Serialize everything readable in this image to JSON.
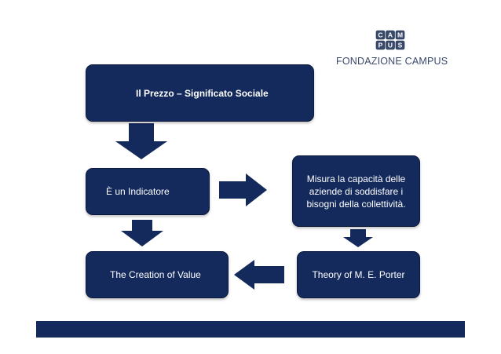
{
  "logo": {
    "org_name": "FONDAZIONE CAMPUS",
    "mark_letters": [
      "C",
      "A",
      "M",
      "P",
      "U",
      "S"
    ]
  },
  "boxes": {
    "title": "Il Prezzo – Significato Sociale",
    "indicatore": "È un Indicatore",
    "misura_lines": [
      "Misura la capacità delle",
      "aziende di soddisfare i",
      "bisogni della collettività."
    ],
    "creation": "The Creation of Value",
    "porter": "Theory of M. E. Porter"
  },
  "colors": {
    "box_fill": "#142a5c",
    "arrow_fill": "#142a5c",
    "footer_bar": "#142a5c",
    "logo_text": "#3a4a6b"
  }
}
